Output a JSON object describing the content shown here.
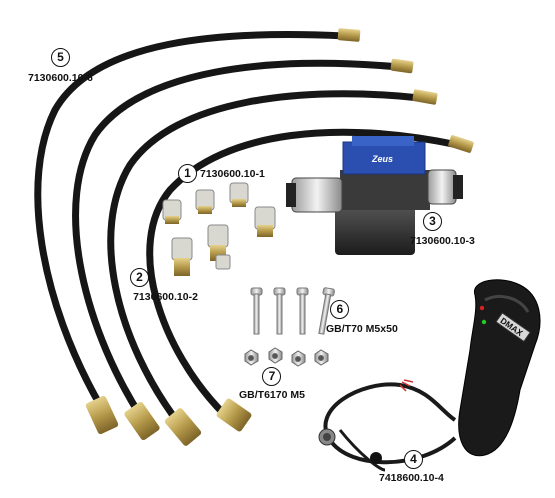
{
  "parts": [
    {
      "id": "hoses",
      "number": "5",
      "code": "7130600.10-6"
    },
    {
      "id": "fittings-top",
      "number": "1",
      "code": "7130600.10-1"
    },
    {
      "id": "fittings-elbow",
      "number": "2",
      "code": "7130600.10-2"
    },
    {
      "id": "valve",
      "number": "3",
      "code": "7130600.10-3"
    },
    {
      "id": "bolts",
      "number": "6",
      "code": "GB/T70 M5x50"
    },
    {
      "id": "nuts",
      "number": "7",
      "code": "GB/T6170 M5"
    },
    {
      "id": "control",
      "number": "4",
      "code": "7418600.10-4"
    }
  ],
  "valve_label": "Zeus",
  "control_brand": "DMAX",
  "colors": {
    "hose": "#161616",
    "fitting": "#b59a4a",
    "valve_blue": "#2a4fb0",
    "valve_body": "#2a2a2a",
    "chrome": "#c8c8c8"
  }
}
